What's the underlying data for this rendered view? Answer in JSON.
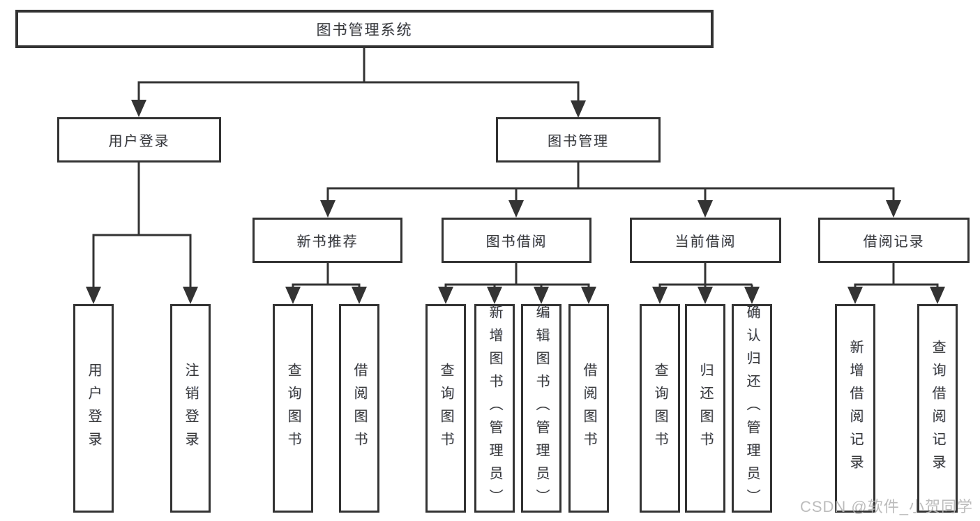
{
  "diagram": {
    "title": "图书管理系统",
    "type": "hierarchy-tree",
    "colors": {
      "line": "#333333",
      "box_border": "#333333",
      "text": "#3a3a3a",
      "background": "#ffffff",
      "watermark": "#b5b5b5"
    },
    "tree": {
      "label": "图书管理系统",
      "children": [
        {
          "label": "用户登录",
          "children": [
            {
              "label": "用户登录"
            },
            {
              "label": "注销登录"
            }
          ]
        },
        {
          "label": "图书管理",
          "children": [
            {
              "label": "新书推荐",
              "children": [
                {
                  "label": "查询图书"
                },
                {
                  "label": "借阅图书"
                }
              ]
            },
            {
              "label": "图书借阅",
              "children": [
                {
                  "label": "查询图书"
                },
                {
                  "label": "新增图书（管理员）"
                },
                {
                  "label": "编辑图书（管理员）"
                },
                {
                  "label": "借阅图书"
                }
              ]
            },
            {
              "label": "当前借阅",
              "children": [
                {
                  "label": "查询图书"
                },
                {
                  "label": "归还图书"
                },
                {
                  "label": "确认归还（管理员）"
                }
              ]
            },
            {
              "label": "借阅记录",
              "children": [
                {
                  "label": "新增借阅记录"
                },
                {
                  "label": "查询借阅记录"
                }
              ]
            }
          ]
        }
      ]
    },
    "watermark": {
      "text": "CSDN @软件_小贺同学"
    }
  }
}
